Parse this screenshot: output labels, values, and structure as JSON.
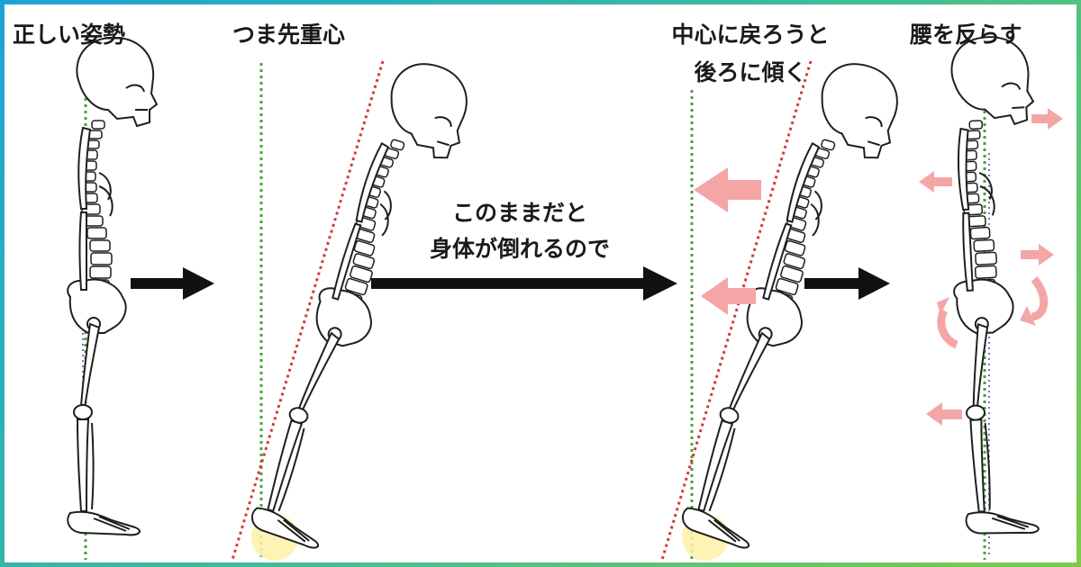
{
  "captions": {
    "step1": "正しい姿勢",
    "step2": "つま先重心",
    "step3_line1": "中心に戻ろうと",
    "step3_line2": "後ろに傾く",
    "step4": "腰を反らす"
  },
  "middle_text": {
    "line1": "このままだと",
    "line2": "身体が倒れるので"
  },
  "colors": {
    "border_gradient": [
      "#1fa3d6",
      "#3dbd9a",
      "#7ccc4a"
    ],
    "gravity_line": "#4aa23c",
    "tilt_line": "#d23a3a",
    "spine_line": "#6a79c8",
    "pink_arrow": "#f4a6a6",
    "foot_highlight": "#fff0a8",
    "black_arrow": "#111111"
  }
}
